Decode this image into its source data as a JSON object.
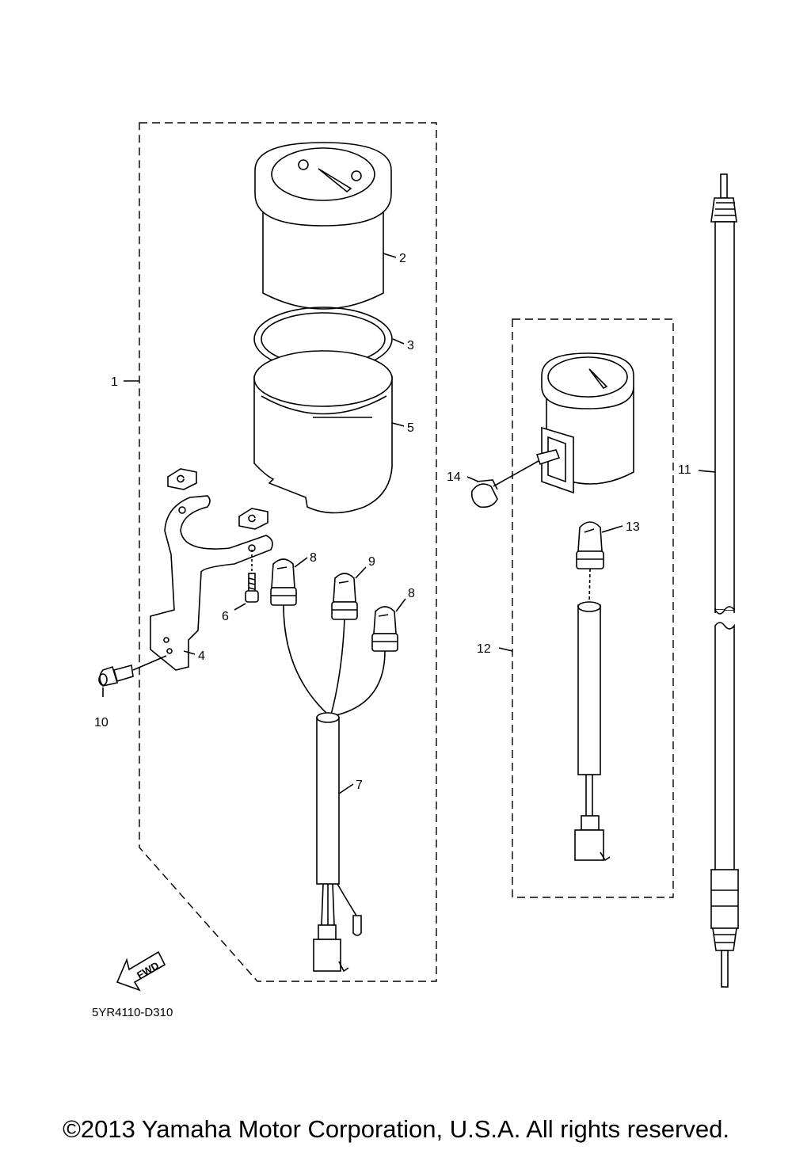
{
  "diagram": {
    "callouts": {
      "p1": "1",
      "p2": "2",
      "p3": "3",
      "p4": "4",
      "p5": "5",
      "p6": "6",
      "p7": "7",
      "p8a": "8",
      "p8b": "8",
      "p9": "9",
      "p10": "10",
      "p11": "11",
      "p12": "12",
      "p13": "13",
      "p14": "14"
    },
    "fwd_label": "FWD",
    "diagram_code": "5YR4110-D310"
  },
  "footer": {
    "copyright": "©2013 Yamaha Motor Corporation, U.S.A. All rights reserved."
  }
}
